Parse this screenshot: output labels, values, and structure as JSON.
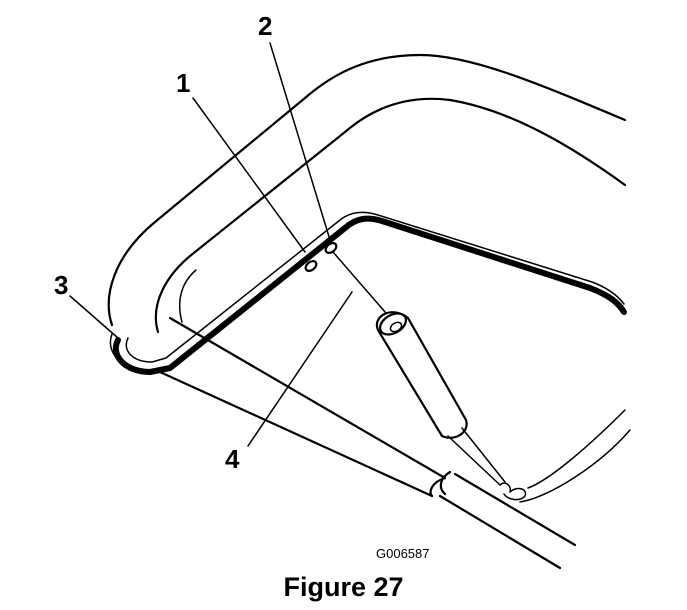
{
  "callouts": {
    "one": "1",
    "two": "2",
    "three": "3",
    "four": "4"
  },
  "figure_code": "G006587",
  "caption": "Figure 27"
}
